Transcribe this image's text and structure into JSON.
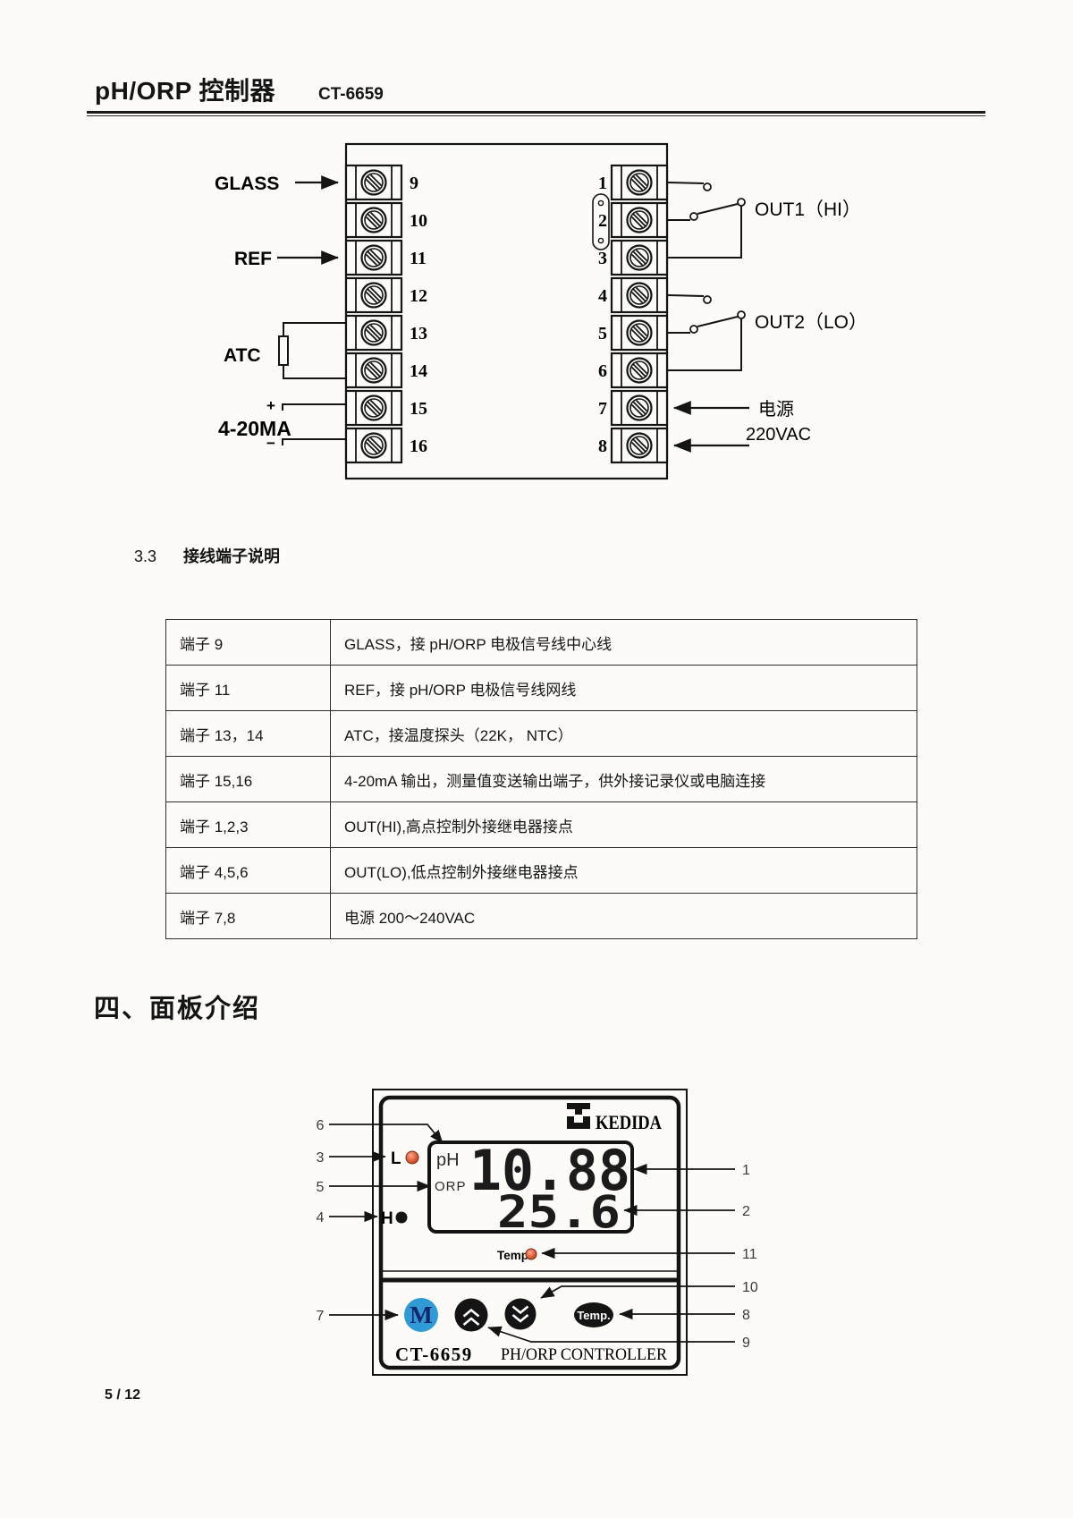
{
  "page": {
    "header": {
      "title": "pH/ORP 控制器",
      "model": "CT-6659"
    },
    "footer": {
      "page_number": "5 / 12"
    }
  },
  "section_33": {
    "number": "3.3",
    "title": "接线端子说明"
  },
  "section_4": {
    "title": "四、面板介绍"
  },
  "wiring_diagram": {
    "left_terminals": [
      "9",
      "10",
      "11",
      "12",
      "13",
      "14",
      "15",
      "16"
    ],
    "right_terminals": [
      "1",
      "2",
      "3",
      "4",
      "5",
      "6",
      "7",
      "8"
    ],
    "labels": {
      "glass": "GLASS",
      "ref": "REF",
      "atc": "ATC",
      "ma_output": "4-20MA",
      "plus": "+",
      "minus": "−",
      "out1": "OUT1（HI）",
      "out2": "OUT2（LO）",
      "power": "电源",
      "voltage": "220VAC"
    }
  },
  "terminal_table": {
    "rows": [
      {
        "terminal": "端子 9",
        "description": "GLASS，接 pH/ORP 电极信号线中心线"
      },
      {
        "terminal": "端子 11",
        "description": "REF，接 pH/ORP 电极信号线网线"
      },
      {
        "terminal": "端子 13，14",
        "description": "ATC，接温度探头（22K， NTC）"
      },
      {
        "terminal": "端子 15,16",
        "description": "4-20mA 输出，测量值变送输出端子，供外接记录仪或电脑连接"
      },
      {
        "terminal": "端子 1,2,3",
        "description": "OUT(HI),高点控制外接继电器接点"
      },
      {
        "terminal": "端子 4,5,6",
        "description": "OUT(LO),低点控制外接继电器接点"
      },
      {
        "terminal": "端子 7,8",
        "description": "电源 200～240VAC"
      }
    ]
  },
  "panel_diagram": {
    "brand": "KEDIDA",
    "model": "CT-6659",
    "product_name": "PH/ORP CONTROLLER",
    "display": {
      "ph_label": "pH",
      "orp_label": "ORP",
      "main_reading": "10.88",
      "temp_reading": "25.6"
    },
    "indicators": {
      "low": "L",
      "high": "H",
      "temp": "Temp."
    },
    "buttons": {
      "mode": "M",
      "temp": "Temp.",
      "up_icon": "double-chevron-up",
      "down_icon": "double-chevron-down"
    },
    "callouts": {
      "left": [
        "6",
        "3",
        "5",
        "4",
        "7"
      ],
      "right": [
        "1",
        "2",
        "11",
        "10",
        "8",
        "9"
      ]
    },
    "colors": {
      "mode_button_blue": "#2e9bd5",
      "mode_letter_navy": "#14246e",
      "led_red": "#d94f2b",
      "button_black": "#141414"
    }
  }
}
